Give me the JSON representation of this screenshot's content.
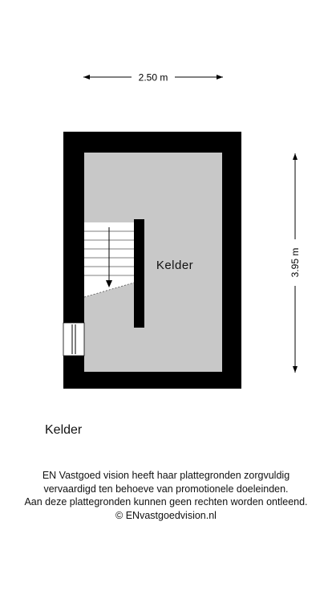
{
  "plan": {
    "width_dimension": "2.50 m",
    "height_dimension": "3.95 m",
    "room_label": "Kelder",
    "colors": {
      "wall": "#000000",
      "floor": "#c8c8c8",
      "background": "#ffffff",
      "stairs": "#ffffff"
    }
  },
  "floor_label": "Kelder",
  "disclaimer": {
    "line1": "EN Vastgoed vision heeft haar plattegronden zorgvuldig",
    "line2": "vervaardigd ten behoeve van promotionele doeleinden.",
    "line3": "Aan deze plattegronden kunnen geen rechten worden ontleend.",
    "line4": "© ENvastgoedvision.nl"
  }
}
